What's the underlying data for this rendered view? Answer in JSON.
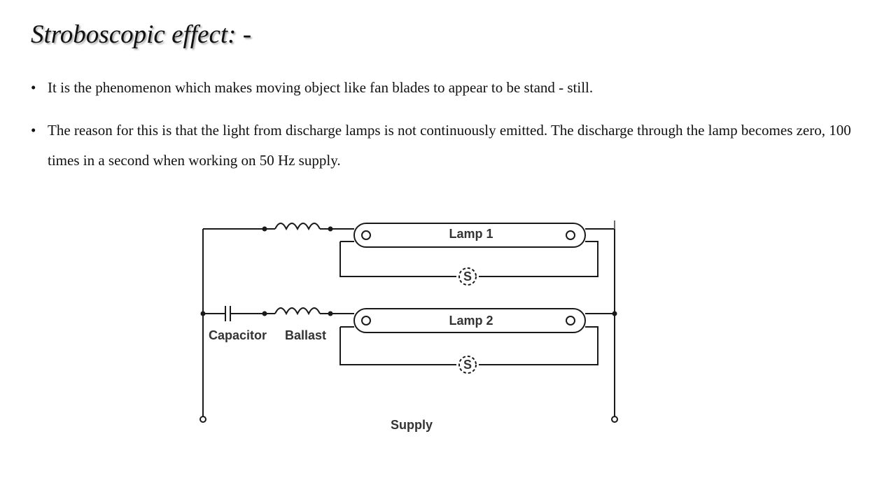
{
  "slide": {
    "title": "Stroboscopic effect: -",
    "bullet_marker": "•",
    "bullets": [
      "It is the phenomenon which makes moving object like fan blades to appear to be stand - still.",
      "The reason for this is that the light from discharge lamps is not continuously emitted. The discharge through the lamp becomes zero, 100 times in a second when working on 50 Hz supply."
    ]
  },
  "diagram": {
    "labels": {
      "lamp1": "Lamp 1",
      "lamp2": "Lamp 2",
      "starter": "S",
      "capacitor": "Capacitor",
      "ballast": "Ballast",
      "supply": "Supply"
    },
    "colors": {
      "wire": "#1a1a1a",
      "label": "#333333"
    }
  }
}
